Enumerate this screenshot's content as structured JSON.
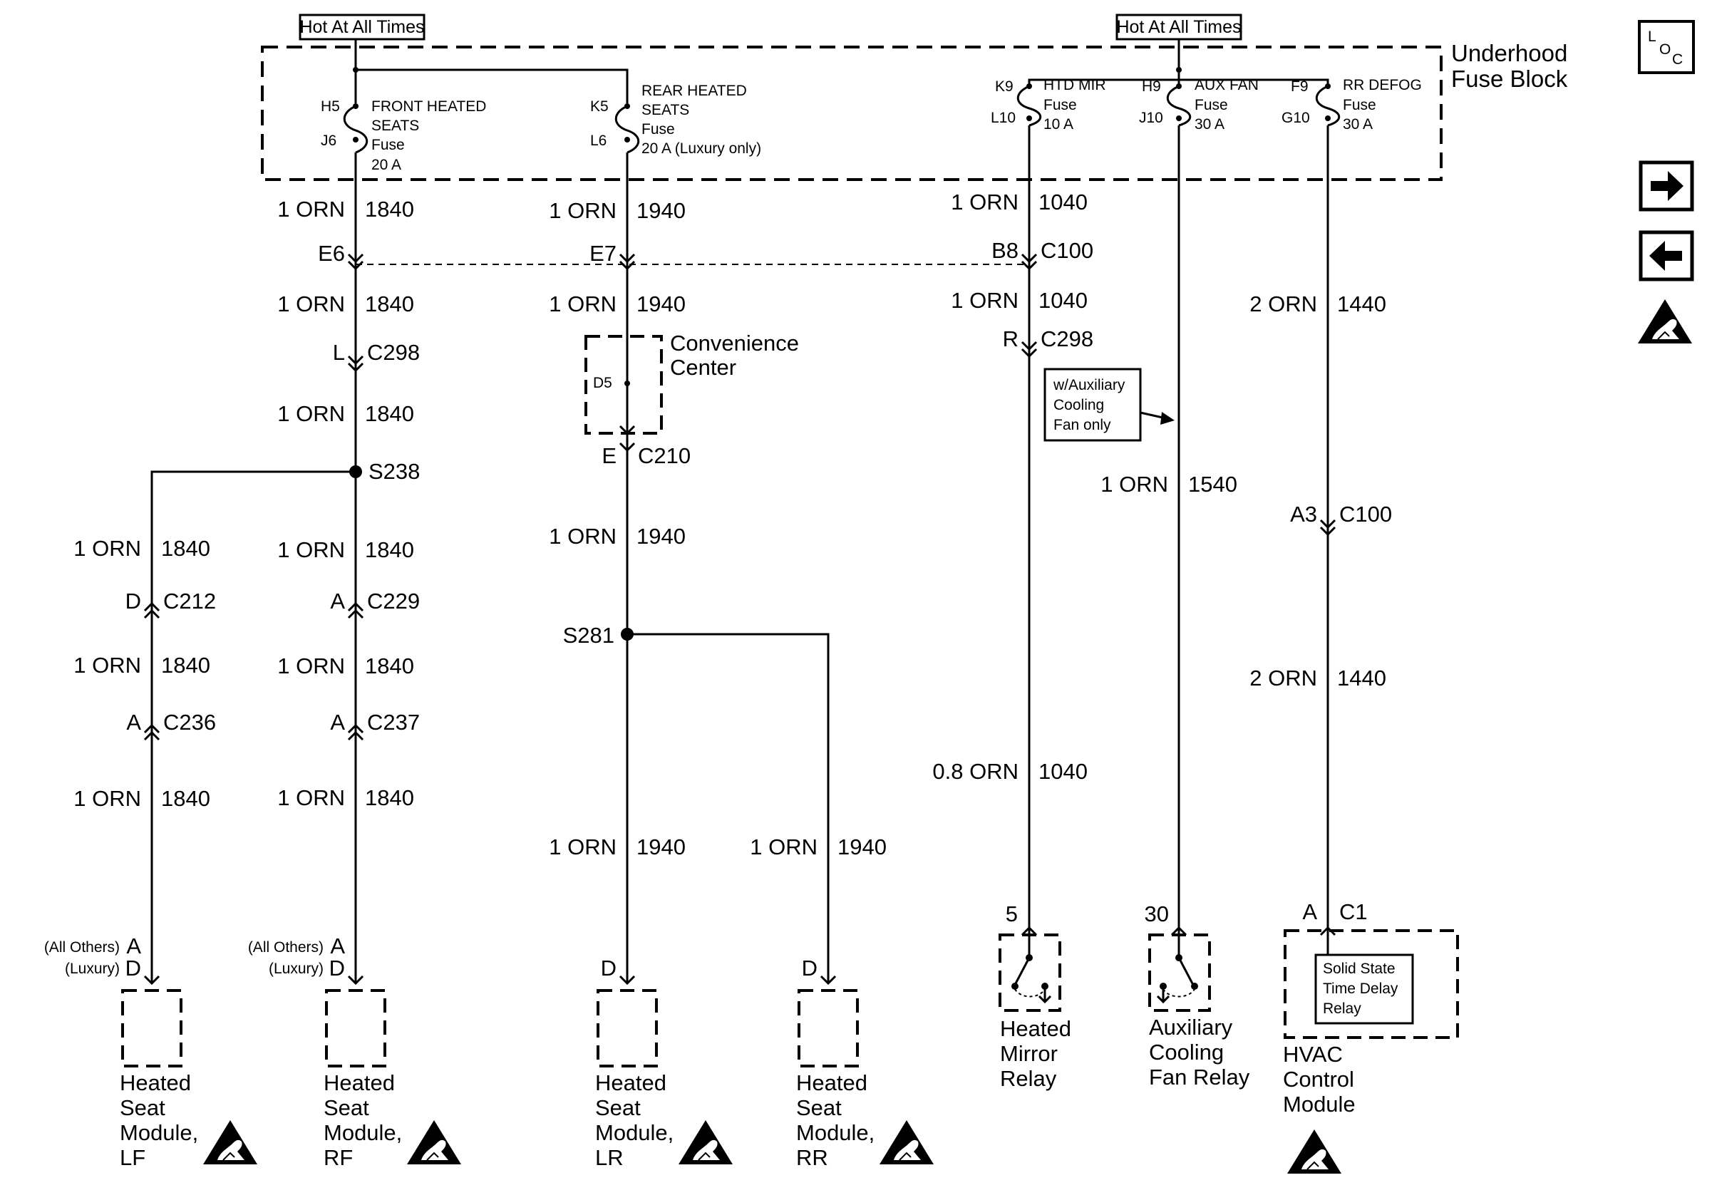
{
  "headers": {
    "hot_left": "Hot At All Times",
    "hot_right": "Hot At All Times"
  },
  "fuse_block": {
    "name_line1": "Underhood",
    "name_line2": "Fuse Block",
    "front": {
      "pin_top": "H5",
      "pin_bot": "J6",
      "l1": "FRONT HEATED",
      "l2": "SEATS",
      "l3": "Fuse",
      "l4": "20 A"
    },
    "rear": {
      "pin_top": "K5",
      "pin_bot": "L6",
      "l1": "REAR HEATED",
      "l2": "SEATS",
      "l3": "Fuse",
      "l4": "20 A (Luxury only)"
    },
    "mir": {
      "pin_top": "K9",
      "pin_bot": "L10",
      "l1": "HTD MIR",
      "l2": "Fuse",
      "l3": "10 A"
    },
    "aux": {
      "pin_top": "H9",
      "pin_bot": "J10",
      "l1": "AUX FAN",
      "l2": "Fuse",
      "l3": "30 A"
    },
    "rr": {
      "pin_top": "F9",
      "pin_bot": "G10",
      "l1": "RR DEFOG",
      "l2": "Fuse",
      "l3": "30 A"
    }
  },
  "nav": {
    "loc_l": "L",
    "loc_o": "O",
    "loc_c": "C"
  },
  "wires": {
    "w1840": "1 ORN",
    "c1840": "1840",
    "w1940": "1 ORN",
    "c1940": "1940",
    "w1040": "1 ORN",
    "c1040": "1040",
    "w1040b": "0.8 ORN",
    "w1540": "1 ORN",
    "c1540": "1540",
    "w1440": "2 ORN",
    "c1440": "1440"
  },
  "connectors": {
    "e6": "E6",
    "e7": "E7",
    "b8": "B8",
    "c100": "C100",
    "l": "L",
    "c298": "C298",
    "r": "R",
    "d5": "D5",
    "e": "E",
    "c210": "C210",
    "s238": "S238",
    "s281": "S281",
    "d": "D",
    "c212": "C212",
    "a": "A",
    "c229": "C229",
    "c236": "C236",
    "c237": "C237",
    "a3": "A3",
    "pin5": "5",
    "pin30": "30",
    "c1": "C1",
    "all_others": "(All Others)",
    "luxury": "(Luxury)"
  },
  "labels": {
    "conv1": "Convenience",
    "conv2": "Center",
    "aux_note1": "w/Auxiliary",
    "aux_note2": "Cooling",
    "aux_note3": "Fan only",
    "heated": "Heated",
    "seat": "Seat",
    "module": "Module,",
    "lf": "LF",
    "rf": "RF",
    "lr": "LR",
    "rr": "RR",
    "mirror": "Mirror",
    "relay": "Relay",
    "auxiliary": "Auxiliary",
    "cooling": "Cooling",
    "fan_relay": "Fan Relay",
    "ss1": "Solid State",
    "ss2": "Time Delay",
    "ss3": "Relay",
    "hvac1": "HVAC",
    "hvac2": "Control",
    "hvac3": "Module"
  }
}
